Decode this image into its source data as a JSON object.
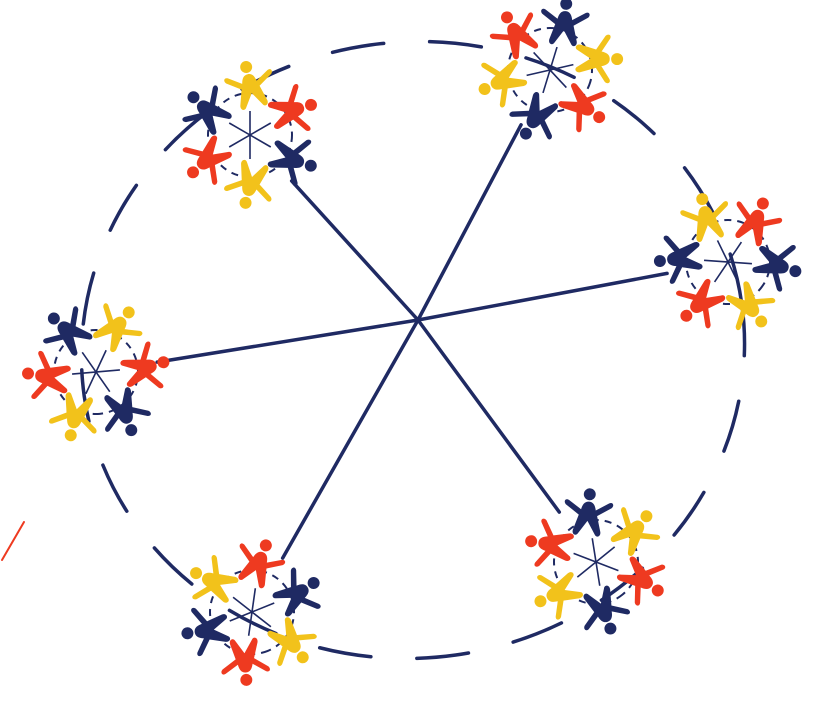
{
  "colors": {
    "background": "#ffffff",
    "line": "#1f2a63",
    "navy": "#1f2a63",
    "red": "#ee3a20",
    "yellow": "#f2c21b"
  },
  "diagram": {
    "groups": [
      {
        "id": "top-left",
        "figures": [
          "yellow",
          "red",
          "navy",
          "yellow",
          "red",
          "navy"
        ]
      },
      {
        "id": "top-right",
        "figures": [
          "navy",
          "yellow",
          "red",
          "navy",
          "yellow",
          "red"
        ]
      },
      {
        "id": "right",
        "figures": [
          "red",
          "navy",
          "yellow",
          "red",
          "navy",
          "yellow"
        ]
      },
      {
        "id": "bottom-right",
        "figures": [
          "yellow",
          "red",
          "navy",
          "yellow",
          "red",
          "navy"
        ]
      },
      {
        "id": "bottom-left",
        "figures": [
          "navy",
          "yellow",
          "red",
          "navy",
          "yellow",
          "red"
        ]
      },
      {
        "id": "left",
        "figures": [
          "red",
          "navy",
          "yellow",
          "red",
          "navy",
          "yellow"
        ]
      }
    ]
  }
}
